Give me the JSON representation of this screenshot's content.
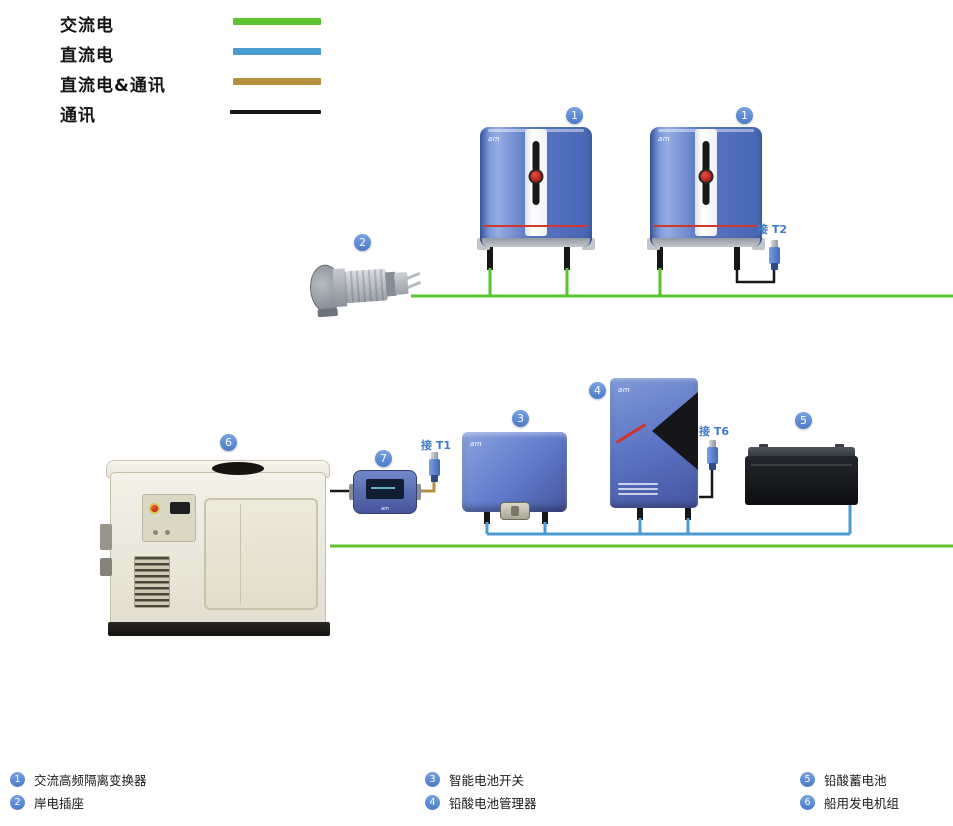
{
  "legend": {
    "items": [
      {
        "label": "交流电",
        "color": "#5cc230"
      },
      {
        "label": "直流电",
        "color": "#4a9ad4"
      },
      {
        "label": "直流电&通讯",
        "color": "#b3913f"
      },
      {
        "label": "通讯",
        "color": "#161616"
      }
    ]
  },
  "colors": {
    "ac_wire": "#5cc230",
    "dc_wire": "#4a9ad4",
    "dc_comm_wire": "#b3913f",
    "comm_wire": "#161616",
    "badge": "#4a7ac8",
    "connector_label": "#3d7cc9",
    "device_blue": "#5e7bcb",
    "generator_beige": "#ece8db"
  },
  "badges": {
    "inverter1": "1",
    "inverter2": "1",
    "shore_plug": "2",
    "battery_switch": "3",
    "battery_manager": "4",
    "battery": "5",
    "generator": "6",
    "display_panel": "7"
  },
  "connector_labels": {
    "t2": "接 T2",
    "t1": "接 T1",
    "t6": "接 T6"
  },
  "devices": {
    "brand_logo": "am"
  },
  "footer": {
    "columns": [
      {
        "items": [
          {
            "num": "1",
            "label": "交流高频隔离变换器"
          },
          {
            "num": "2",
            "label": "岸电插座"
          }
        ]
      },
      {
        "items": [
          {
            "num": "3",
            "label": "智能电池开关"
          },
          {
            "num": "4",
            "label": "铅酸电池管理器"
          }
        ]
      },
      {
        "items": [
          {
            "num": "5",
            "label": "铅酸蓄电池"
          },
          {
            "num": "6",
            "label": "船用发电机组"
          }
        ]
      }
    ]
  }
}
